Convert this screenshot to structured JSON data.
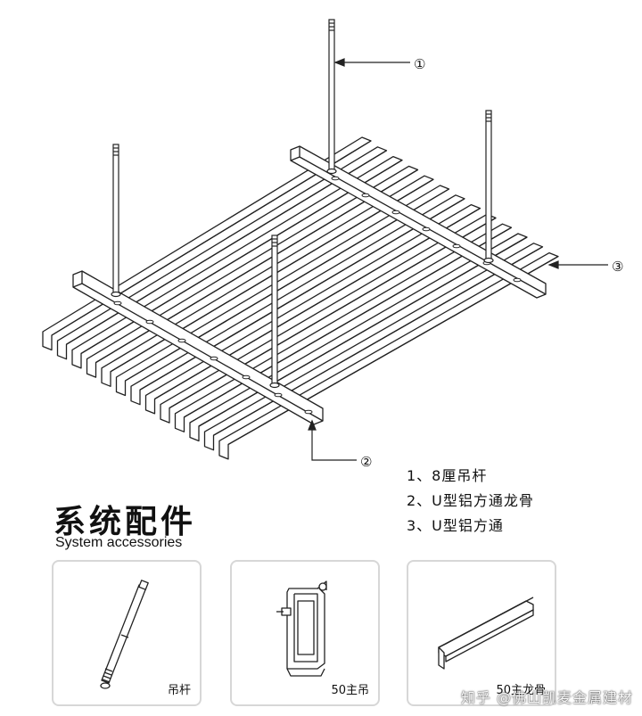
{
  "callouts": [
    {
      "number": "①",
      "target": "8厘吊杆"
    },
    {
      "number": "②",
      "target": "U型铝方通龙骨"
    },
    {
      "number": "③",
      "target": "U型铝方通"
    }
  ],
  "legend": {
    "items": [
      "1、8厘吊杆",
      "2、U型铝方通龙骨",
      "3、U型铝方通"
    ]
  },
  "section": {
    "title_cn": "系统配件",
    "title_en": "System accessories"
  },
  "cards": [
    {
      "label": "吊杆",
      "icon": "hanger-rod-icon"
    },
    {
      "label": "50主吊",
      "icon": "main-hanger-clip-icon"
    },
    {
      "label": "50主龙骨",
      "icon": "main-keel-icon"
    }
  ],
  "watermark": "知乎 @佛山凯麦金属建材",
  "colors": {
    "line": "#222222",
    "card_border": "#d7d7d7"
  }
}
